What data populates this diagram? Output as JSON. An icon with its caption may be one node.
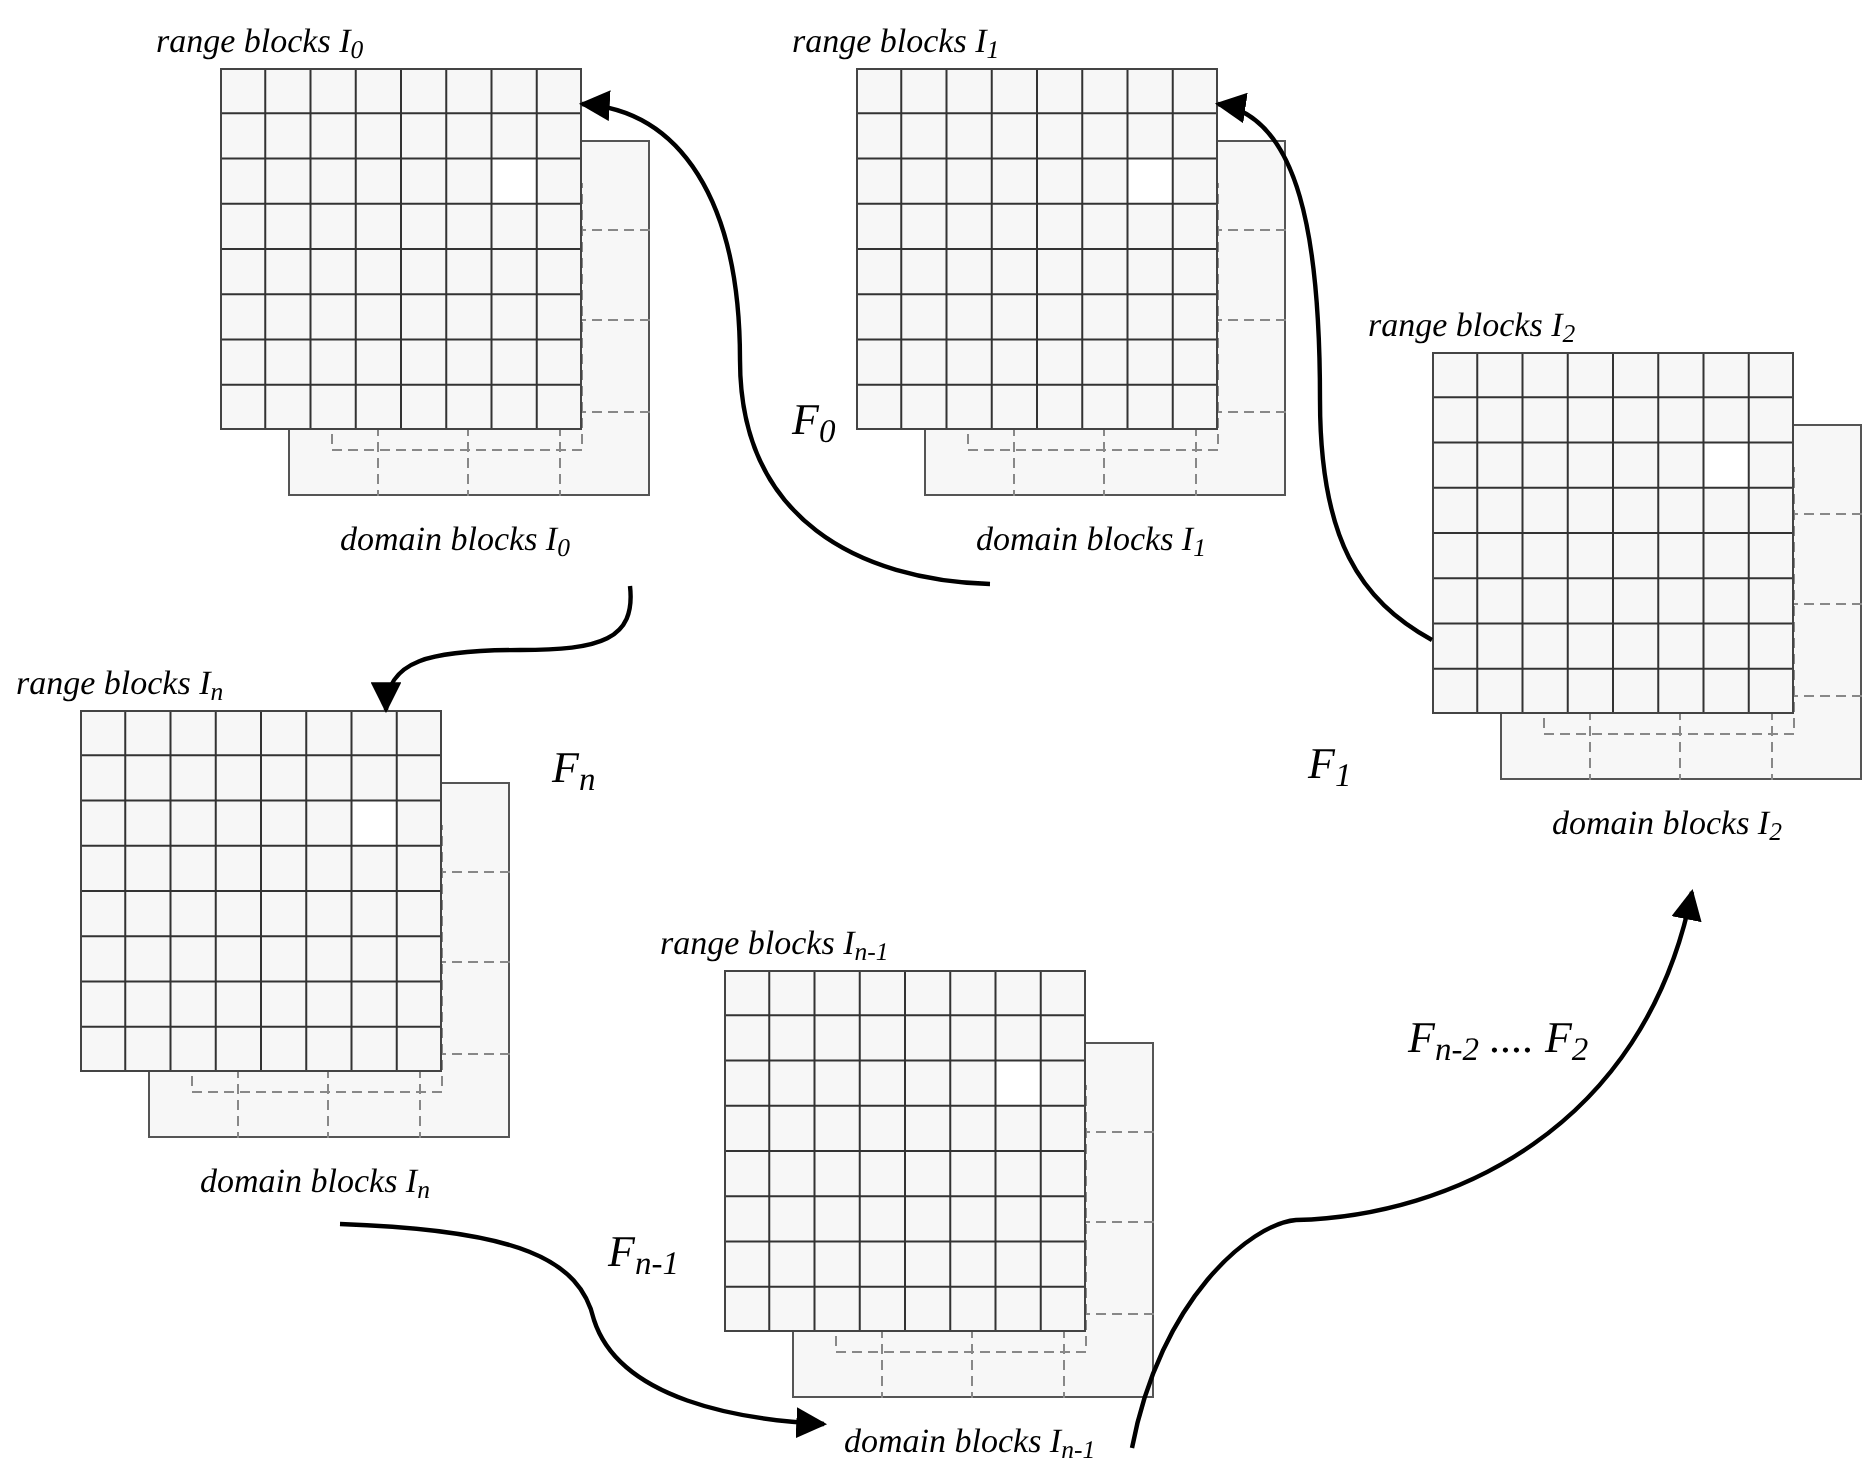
{
  "diagram": {
    "nodes": [
      {
        "text": [
          "range blocks I$_{0}$"
        ]
      },
      {
        "text": [
          "domain blocks I$_{0}$"
        ]
      },
      {
        "text": [
          "range blocks I$_{1}$"
        ]
      },
      {
        "text": [
          "domain blocks I$_{1}$"
        ]
      },
      {
        "text": [
          "range blocks I$_{2}$"
        ]
      },
      {
        "text": [
          "domain blocks I$_{2}$"
        ]
      },
      {
        "text": [
          "range blocks I$_{n}$"
        ]
      },
      {
        "text": [
          "domain blocks I$_{n}$"
        ]
      },
      {
        "text": [
          "range blocks I$_{n-1}$"
        ]
      },
      {
        "text": [
          "domain blocks I$_{n-1}$"
        ]
      }
    ],
    "edges": [
      {
        "from": 3,
        "to": 0,
        "arrow": "to",
        "label": "F$_{0}$"
      },
      {
        "from": 4,
        "to": 2,
        "arrow": "to",
        "label": "F$_{1}$"
      },
      {
        "from": 1,
        "to": 6,
        "arrow": "to",
        "label": "F$_{n}$"
      },
      {
        "from": 7,
        "to": 9,
        "arrow": "to",
        "label": "F$_{n-1}$"
      },
      {
        "from": 9,
        "to": 5,
        "arrow": "to",
        "label": "F$_{n-2}$ .... F$_{2}$"
      }
    ]
  }
}
